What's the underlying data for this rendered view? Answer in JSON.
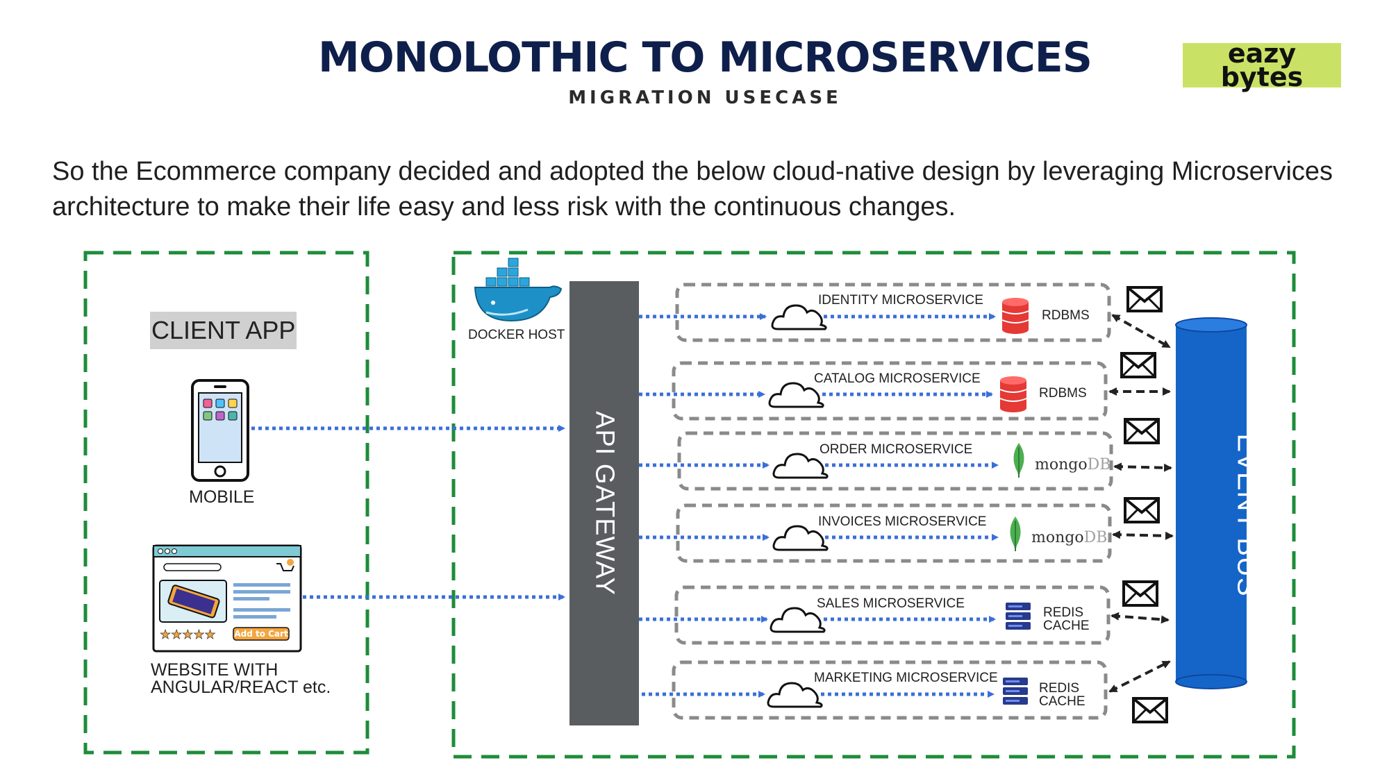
{
  "header": {
    "title": "MONOLOTHIC TO MICROSERVICES",
    "subtitle": "MIGRATION USECASE",
    "logo_line1": "eazy",
    "logo_line2": "bytes"
  },
  "intro": "So the Ecommerce company decided and adopted the below cloud-native design by leveraging Microservices architecture to make their life easy and less risk with the continuous changes.",
  "client": {
    "title": "CLIENT APP",
    "mobile_label": "MOBILE",
    "website_label_line1": "WEBSITE WITH",
    "website_label_line2": "ANGULAR/REACT etc.",
    "cart_button": "Add to Cart"
  },
  "server": {
    "docker_label": "DOCKER HOST",
    "api_gateway": "API GATEWAY",
    "event_bus": "EVENT BUS"
  },
  "services": [
    {
      "name": "IDENTITY MICROSERVICE",
      "db_type": "rdbms",
      "db_line1": "RDBMS",
      "db_line2": ""
    },
    {
      "name": "CATALOG MICROSERVICE",
      "db_type": "rdbms",
      "db_line1": "RDBMS",
      "db_line2": ""
    },
    {
      "name": "ORDER MICROSERVICE",
      "db_type": "mongo",
      "db_line1": "mongo",
      "db_line2": "DB"
    },
    {
      "name": "INVOICES MICROSERVICE",
      "db_type": "mongo",
      "db_line1": "mongo",
      "db_line2": "DB"
    },
    {
      "name": "SALES MICROSERVICE",
      "db_type": "redis",
      "db_line1": "REDIS",
      "db_line2": "CACHE"
    },
    {
      "name": "MARKETING MICROSERVICE",
      "db_type": "redis",
      "db_line1": "REDIS",
      "db_line2": "CACHE"
    }
  ],
  "colors": {
    "title": "#0f1f4b",
    "logo_bg": "#c9e265",
    "green_dash": "#1e8c3a",
    "gray_dash": "#8a8a8a",
    "blue_arrow": "#3a6fd8",
    "api_gateway": "#5a5d60",
    "event_bus": "#1565c8",
    "rdbms_red": "#e53935",
    "mongo_green": "#4caf50",
    "redis_navy": "#283a8c"
  },
  "icons": {
    "docker": "docker-whale-icon",
    "mobile": "mobile-phone-icon",
    "website": "browser-window-icon",
    "cloud": "cloud-icon",
    "envelope": "envelope-icon",
    "rdbms": "database-cylinder-icon",
    "mongo": "mongodb-leaf-icon",
    "redis": "server-stack-icon"
  }
}
